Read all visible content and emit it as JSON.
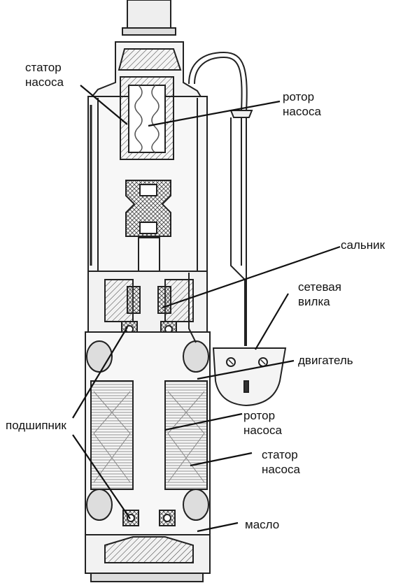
{
  "labels": {
    "pump_stator_top": [
      "статор",
      "насоса"
    ],
    "pump_rotor_top": [
      "ротор",
      "насоса"
    ],
    "seal": "сальник",
    "plug": [
      "сетевая",
      "вилка"
    ],
    "motor": "двигатель",
    "bearing": "подшипник",
    "motor_rotor": [
      "ротор",
      "насоса"
    ],
    "motor_stator": [
      "статор",
      "насоса"
    ],
    "oil": "масло"
  }
}
